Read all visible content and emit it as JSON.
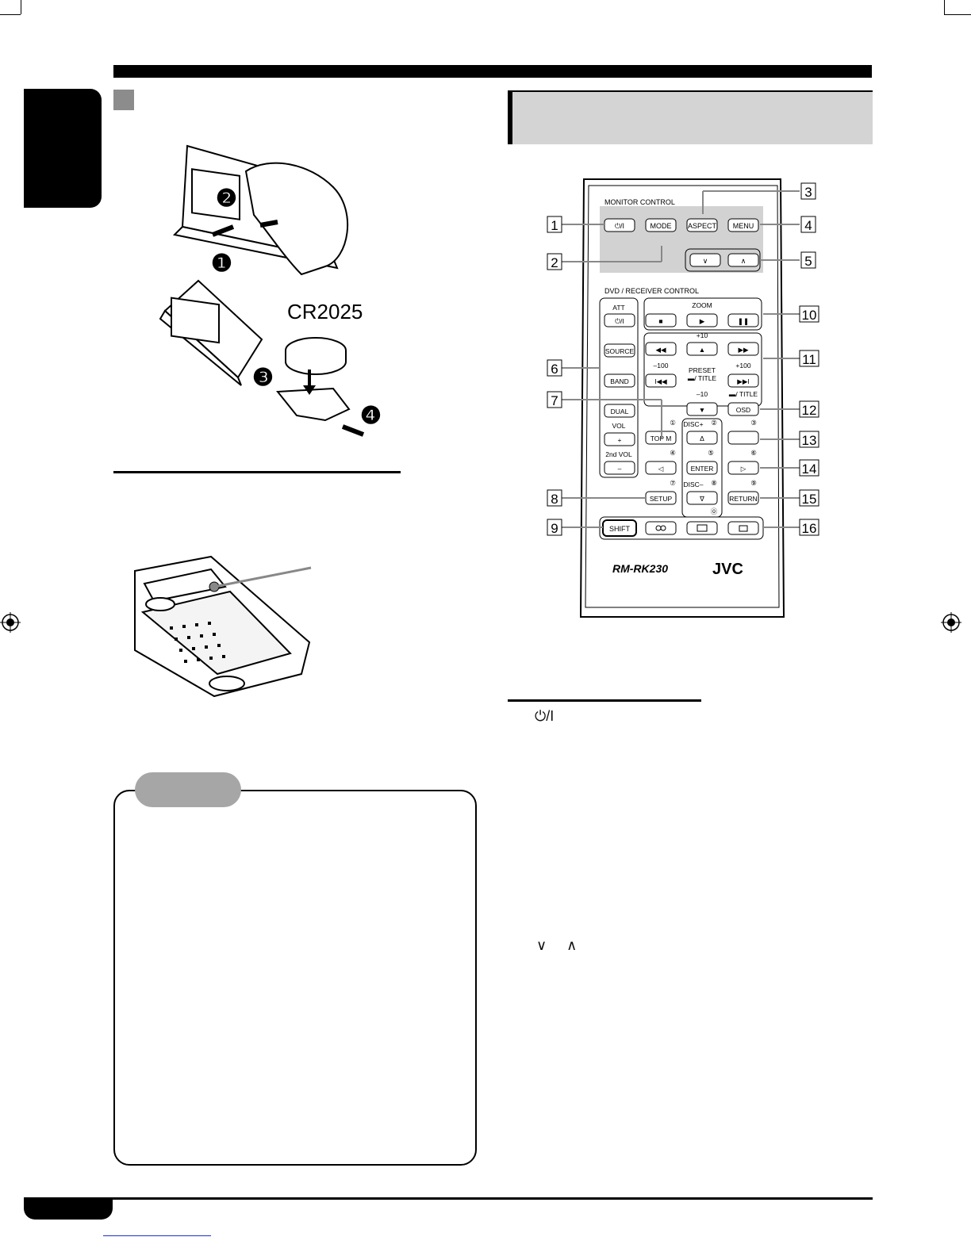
{
  "battery": {
    "battery_type": "CR2025",
    "steps": [
      "❶",
      "❷",
      "❸",
      "❹"
    ]
  },
  "remote": {
    "monitor_control_label": "MONITOR CONTROL",
    "dvd_receiver_control_label": "DVD / RECEIVER CONTROL",
    "model": "RM-RK230",
    "brand": "JVC",
    "buttons": {
      "power": "⏻/I",
      "mode": "MODE",
      "aspect": "ASPECT",
      "menu": "MENU",
      "down": "∨",
      "up": "∧",
      "att": "ATT",
      "power2": "⏻/I",
      "source": "SOURCE",
      "band": "BAND",
      "dual": "DUAL",
      "vol": "VOL",
      "vol_plus": "+",
      "second_vol": "2nd VOL",
      "vol_minus": "–",
      "zoom": "ZOOM",
      "stop": "■",
      "play": "▶",
      "pause": "❚❚",
      "rew": "◀◀",
      "up_preset": "▲",
      "ff": "▶▶",
      "plus10": "+10",
      "minus100": "–100",
      "plus100": "+100",
      "preset": "PRESET",
      "folder_title": "▬/ TITLE",
      "prev": "I◀◀",
      "next": "▶▶I",
      "minus10": "–10",
      "down_preset": "▼",
      "folder_title2": "▬/ TITLE",
      "osd": "OSD",
      "top_m": "TOP M",
      "disc_plus": "DISC+",
      "cursor_up": "Δ",
      "enter": "ENTER",
      "cursor_left": "◁",
      "cursor_right": "▷",
      "disc_minus": "DISC–",
      "cursor_down": "∇",
      "setup": "SETUP",
      "return": "RETURN",
      "shift": "SHIFT",
      "n1": "①",
      "n2": "②",
      "n3": "③",
      "n4": "④",
      "n5": "⑤",
      "n6": "⑥",
      "n7": "⑦",
      "n8": "⑧",
      "n9": "⑨",
      "n0": "⓪"
    },
    "callouts": [
      "1",
      "2",
      "3",
      "4",
      "5",
      "6",
      "7",
      "8",
      "9",
      "10",
      "11",
      "12",
      "13",
      "14",
      "15",
      "16"
    ]
  },
  "list": {
    "power_symbol": "⏻/I",
    "arrows": "∨ ∧"
  }
}
